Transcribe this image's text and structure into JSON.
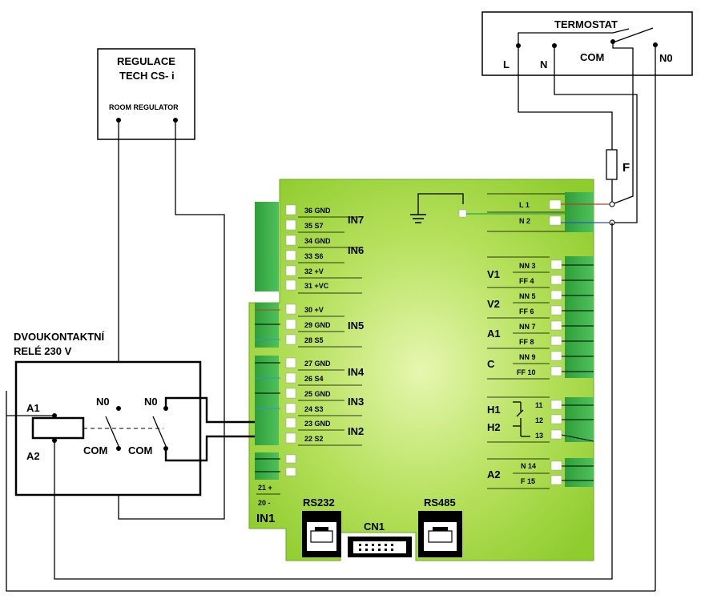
{
  "thermostat": {
    "title": "TERMOSTAT",
    "l": "L",
    "n": "N",
    "com": "COM",
    "no": "N0"
  },
  "regulator": {
    "title1": "REGULACE",
    "title2": "TECH CS- i",
    "sub": "ROOM REGULATOR"
  },
  "relay": {
    "title1": "DVOUKONTAKTNÍ",
    "title2": "RELÉ 230 V",
    "a1": "A1",
    "a2": "A2",
    "no1": "N0",
    "no2": "N0",
    "com1": "COM",
    "com2": "COM"
  },
  "fuse": "F",
  "left_terminals": [
    {
      "num": "36",
      "sig": "GND"
    },
    {
      "num": "35",
      "sig": "S7"
    },
    {
      "num": "34",
      "sig": "GND"
    },
    {
      "num": "33",
      "sig": "S6"
    },
    {
      "num": "32",
      "sig": "+V"
    },
    {
      "num": "31",
      "sig": "+VC"
    },
    {
      "num": "30",
      "sig": "+V"
    },
    {
      "num": "29",
      "sig": "GND"
    },
    {
      "num": "28",
      "sig": "S5"
    },
    {
      "num": "27",
      "sig": "GND"
    },
    {
      "num": "26",
      "sig": "S4"
    },
    {
      "num": "25",
      "sig": "GND"
    },
    {
      "num": "24",
      "sig": "S3"
    },
    {
      "num": "23",
      "sig": "GND"
    },
    {
      "num": "22",
      "sig": "S2"
    }
  ],
  "in_groups": [
    "IN7",
    "IN6",
    "IN5",
    "IN4",
    "IN3",
    "IN2"
  ],
  "in1": {
    "t21": "21",
    "t20": "20",
    "plus": "+",
    "minus": "-",
    "label": "IN1"
  },
  "right_terminals": [
    {
      "num": "1",
      "sig": "L"
    },
    {
      "num": "2",
      "sig": "N"
    },
    {
      "num": "3",
      "sig": "NN"
    },
    {
      "num": "4",
      "sig": "FF"
    },
    {
      "num": "5",
      "sig": "NN"
    },
    {
      "num": "6",
      "sig": "FF"
    },
    {
      "num": "7",
      "sig": "NN"
    },
    {
      "num": "8",
      "sig": "FF"
    },
    {
      "num": "9",
      "sig": "NN"
    },
    {
      "num": "10",
      "sig": "FF"
    },
    {
      "num": "11",
      "sig": ""
    },
    {
      "num": "12",
      "sig": ""
    },
    {
      "num": "13",
      "sig": ""
    },
    {
      "num": "14",
      "sig": "N"
    },
    {
      "num": "15",
      "sig": "F"
    }
  ],
  "out_groups": [
    "V1",
    "V2",
    "A1",
    "C",
    "H1",
    "H2",
    "A2"
  ],
  "ports": {
    "rs232": "RS232",
    "cn1": "CN1",
    "rs485": "RS485"
  }
}
